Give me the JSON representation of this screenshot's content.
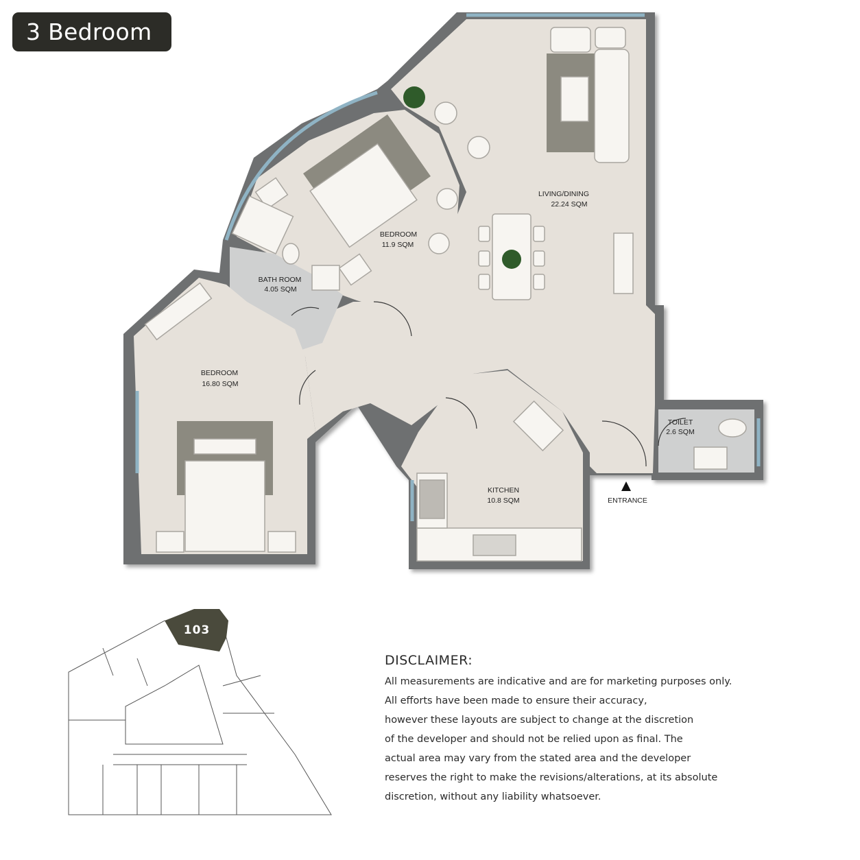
{
  "title": "3 Bedroom",
  "rooms": {
    "living": {
      "name": "LIVING/DINING",
      "area": "22.24 SQM"
    },
    "bedroom_upper": {
      "name": "BEDROOM",
      "area": "11.9 SQM"
    },
    "bathroom": {
      "name": "BATH ROOM",
      "area": "4.05 SQM"
    },
    "bedroom_lower": {
      "name": "BEDROOM",
      "area": "16.80 SQM"
    },
    "kitchen": {
      "name": "KITCHEN",
      "area": "10.8 SQM"
    },
    "toilet": {
      "name": "TOILET",
      "area": "2.6 SQM"
    }
  },
  "entrance_label": "ENTRANCE",
  "key_plan": {
    "unit_number": "103"
  },
  "disclaimer": {
    "title": "DISCLAIMER:",
    "lines": [
      "All measurements are indicative and are for marketing purposes only.",
      "All efforts have been made to ensure their accuracy,",
      "however these layouts are subject to change at the discretion",
      "of the developer and should not be relied upon as final. The",
      "actual area may vary from the stated area and the developer",
      "reserves the right to make the revisions/alterations, at its absolute",
      "discretion, without any liability whatsoever."
    ]
  },
  "colors": {
    "wall": "#6e6f71",
    "floor": "#e6e1da",
    "bath_floor": "#cfd0d0",
    "glass": "#8fb3c4",
    "rug": "#8c8a80",
    "title_bg": "#2c2c27",
    "key_highlight": "#4a4a3c"
  }
}
